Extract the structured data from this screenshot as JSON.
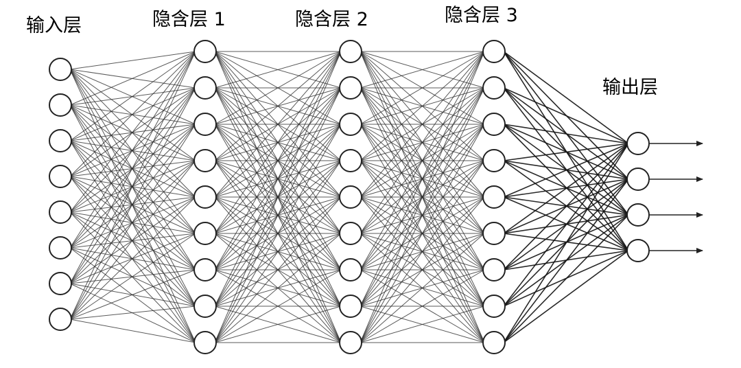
{
  "layers": [
    {
      "id": "input",
      "title": "输入层",
      "nodes": 8
    },
    {
      "id": "hidden1",
      "title": "隐含层 1",
      "nodes": 9
    },
    {
      "id": "hidden2",
      "title": "隐含层 2",
      "nodes": 9
    },
    {
      "id": "hidden3",
      "title": "隐含层 3",
      "nodes": 9
    },
    {
      "id": "output",
      "title": "输出层",
      "nodes": 4
    }
  ],
  "output_arrows": 4,
  "colors": {
    "background": "#ffffff",
    "node_fill": "#ffffff",
    "node_stroke": "#222222",
    "edge": "#2a2a2a"
  }
}
